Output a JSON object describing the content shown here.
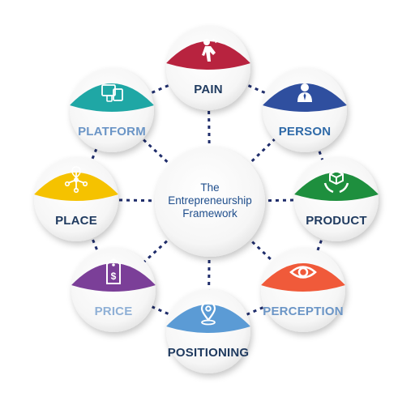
{
  "center": {
    "lines": [
      "The",
      "Entrepreneurship",
      "Framework"
    ],
    "text_color": "#1f4e8c"
  },
  "nodes": [
    {
      "key": "pain",
      "label": "PAIN",
      "icon": "person-in-pain-icon",
      "accent": "#b8233f",
      "text_color": "#1f3a5f"
    },
    {
      "key": "person",
      "label": "PERSON",
      "icon": "businessman-icon",
      "accent": "#2f4f9f",
      "text_color": "#2f6aa8"
    },
    {
      "key": "product",
      "label": "PRODUCT",
      "icon": "product-box-icon",
      "accent": "#1e8f3e",
      "text_color": "#1f3a5f"
    },
    {
      "key": "perception",
      "label": "PERCEPTION",
      "icon": "eye-icon",
      "accent": "#f05a3a",
      "text_color": "#6b95c6"
    },
    {
      "key": "positioning",
      "label": "POSITIONING",
      "icon": "location-pin-icon",
      "accent": "#5b9bd5",
      "text_color": "#1f3a5f"
    },
    {
      "key": "price",
      "label": "PRICE",
      "icon": "price-tag-icon",
      "accent": "#7b3f98",
      "text_color": "#8fb0d6"
    },
    {
      "key": "place",
      "label": "PLACE",
      "icon": "network-hub-icon",
      "accent": "#f5c200",
      "text_color": "#1f3a5f"
    },
    {
      "key": "platform",
      "label": "PLATFORM",
      "icon": "devices-icon",
      "accent": "#1fa7a5",
      "text_color": "#6b95c6"
    }
  ],
  "connector_color": "#1f2d6b"
}
